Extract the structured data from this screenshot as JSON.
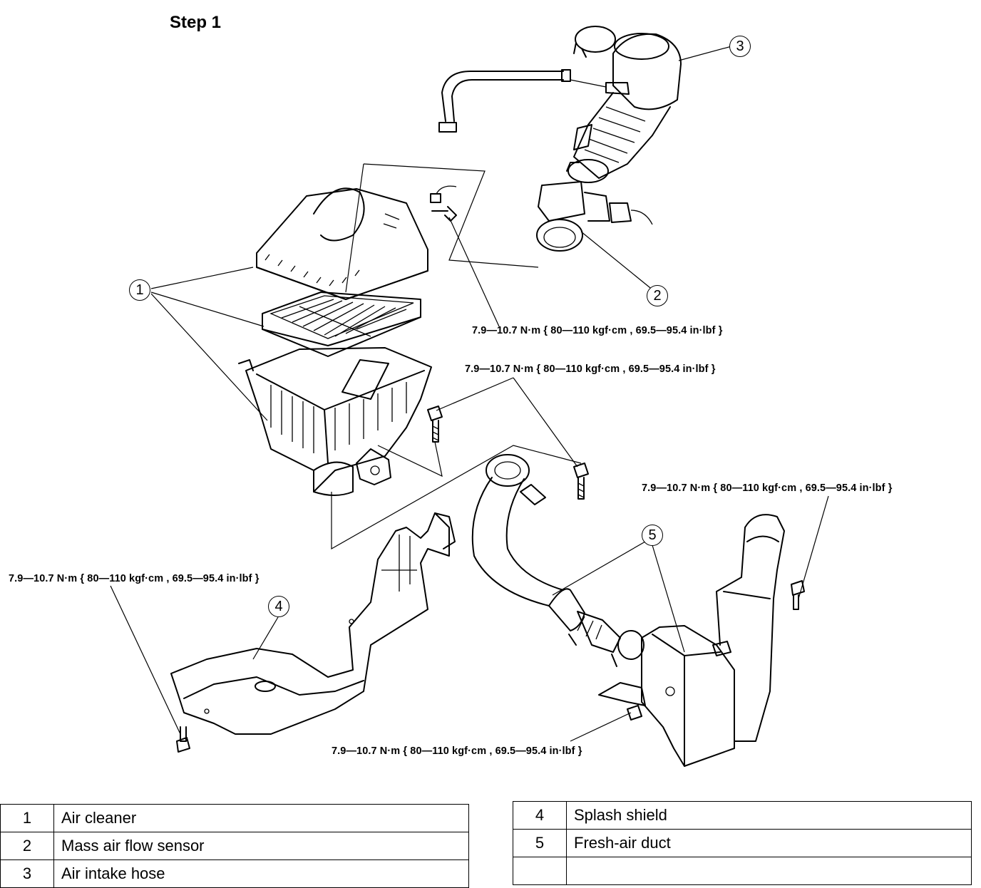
{
  "step_title": "Step 1",
  "callouts": [
    "1",
    "2",
    "3",
    "4",
    "5"
  ],
  "torque_specs": [
    "7.9—10.7 N·m { 80—110 kgf·cm , 69.5—95.4 in·lbf }",
    "7.9—10.7 N·m { 80—110 kgf·cm , 69.5—95.4 in·lbf }",
    "7.9—10.7 N·m { 80—110 kgf·cm , 69.5—95.4 in·lbf }",
    "7.9—10.7 N·m { 80—110 kgf·cm , 69.5—95.4 in·lbf }",
    "7.9—10.7 N·m { 80—110 kgf·cm , 69.5—95.4 in·lbf }"
  ],
  "legend_left": [
    {
      "num": "1",
      "name": "Air cleaner"
    },
    {
      "num": "2",
      "name": "Mass air flow sensor"
    },
    {
      "num": "3",
      "name": "Air intake hose"
    }
  ],
  "legend_right": [
    {
      "num": "4",
      "name": "Splash shield"
    },
    {
      "num": "5",
      "name": "Fresh-air duct"
    }
  ]
}
